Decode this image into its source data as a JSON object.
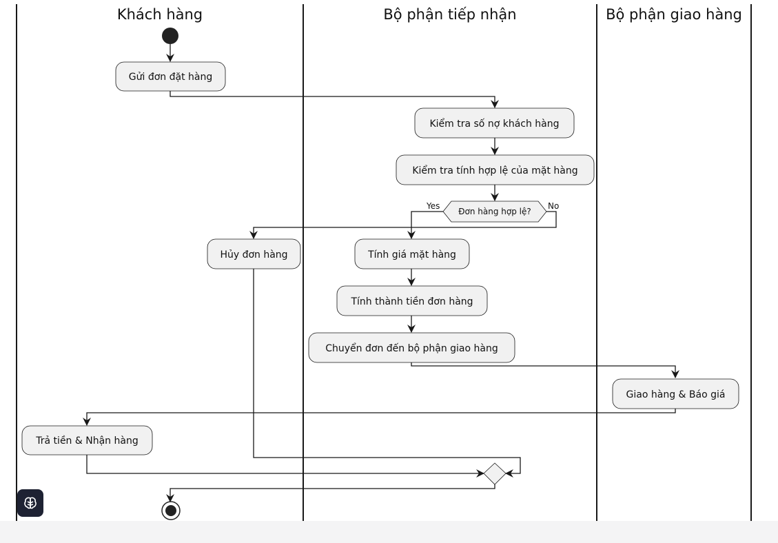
{
  "lanes": [
    {
      "title": "Khách hàng"
    },
    {
      "title": "Bộ phận tiếp nhận"
    },
    {
      "title": "Bộ phận giao hàng"
    }
  ],
  "activities": {
    "send_order": "Gửi đơn đặt hàng",
    "check_debt": "Kiểm tra số nợ khách hàng",
    "check_validity": "Kiểm tra tính hợp lệ của mặt hàng",
    "cancel_order": "Hủy đơn hàng",
    "calc_item_price": "Tính giá mặt hàng",
    "calc_total": "Tính thành tiền đơn hàng",
    "forward_order": "Chuyển đơn đến bộ phận giao hàng",
    "deliver_quote": "Giao hàng & Báo giá",
    "pay_receive": "Trả tiền & Nhận hàng"
  },
  "decision": {
    "question": "Đơn hàng hợp lệ?",
    "yes_label": "Yes",
    "no_label": "No"
  },
  "colors": {
    "activity_fill": "#f1f1f1",
    "activity_stroke": "#181818",
    "line": "#181818",
    "node": "#222222",
    "badge": "#1e2233"
  },
  "icons": {
    "app_badge": "brain-icon"
  }
}
